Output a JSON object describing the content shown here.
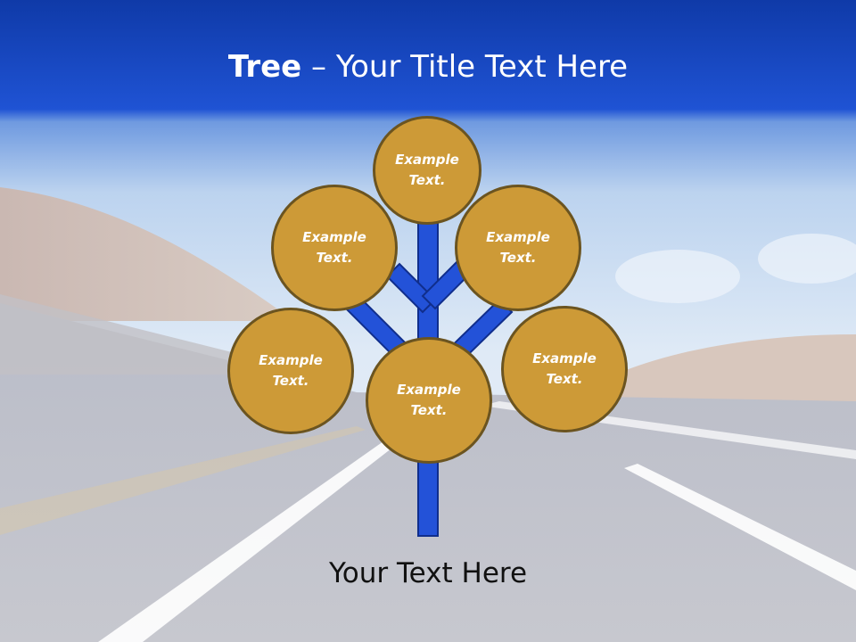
{
  "slide": {
    "title_bold": "Tree",
    "title_rest": " – Your Title Text Here",
    "caption": "Your Text Here"
  },
  "tree": {
    "nodes": [
      {
        "id": "top",
        "label": "Example\nText."
      },
      {
        "id": "upper-left",
        "label": "Example\nText."
      },
      {
        "id": "upper-right",
        "label": "Example\nText."
      },
      {
        "id": "lower-left",
        "label": "Example\nText."
      },
      {
        "id": "center",
        "label": "Example\nText."
      },
      {
        "id": "lower-right",
        "label": "Example\nText."
      }
    ]
  },
  "colors": {
    "header_blue": "#1a48c9",
    "branch_blue": "#2352d8",
    "node_fill": "#cd9a37",
    "node_border": "#6b5420",
    "road_gray": "#c4c5cd",
    "sky_light": "#d6e6f4"
  }
}
